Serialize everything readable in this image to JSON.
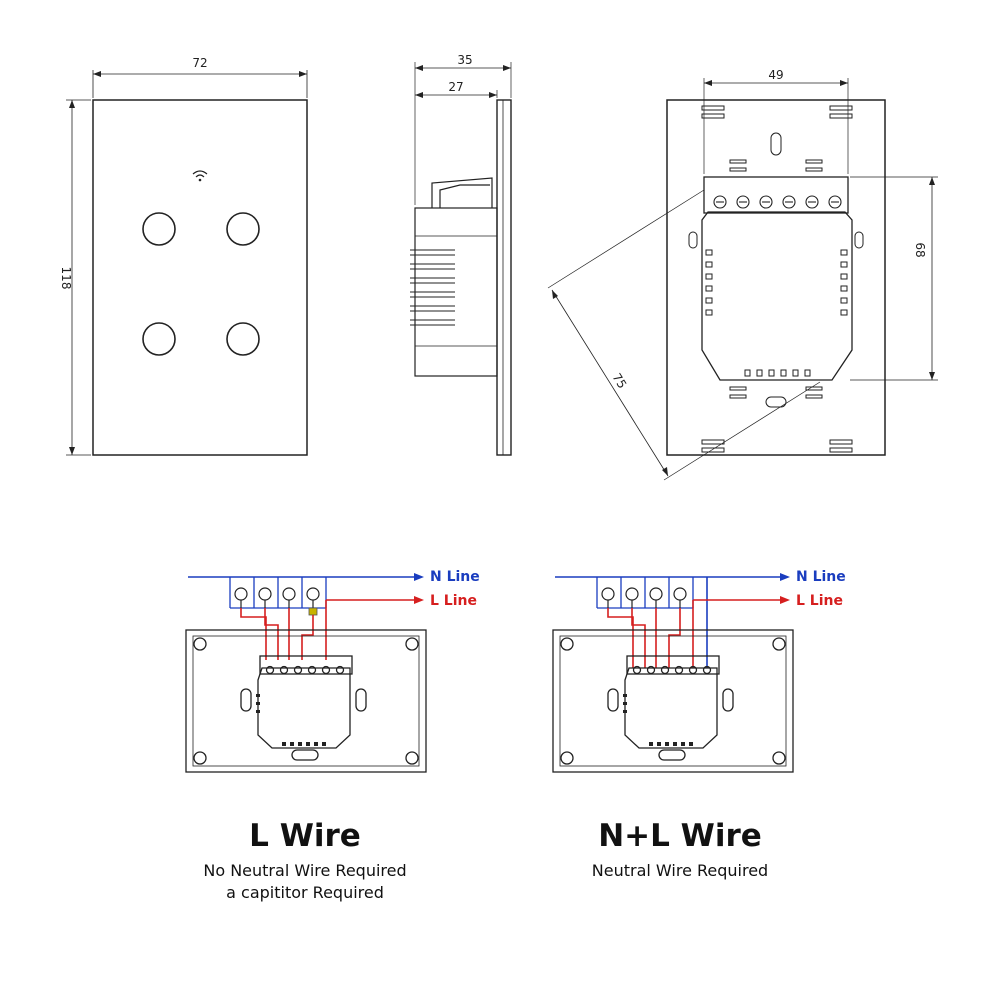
{
  "dimensions": {
    "front_width": "72",
    "front_height": "118",
    "side_total_depth": "35",
    "side_body_depth": "27",
    "back_box_width": "49",
    "back_box_height": "68",
    "back_diagonal": "75"
  },
  "wiring": {
    "n_line_label": "N Line",
    "l_line_label": "L Line",
    "n_color": "#1a3dbf",
    "l_color": "#d61f1f"
  },
  "captions": {
    "left_title": "L Wire",
    "left_sub_1": "No Neutral Wire Required",
    "left_sub_2": "a capititor Required",
    "right_title": "N+L Wire",
    "right_sub_1": "Neutral Wire Required"
  }
}
